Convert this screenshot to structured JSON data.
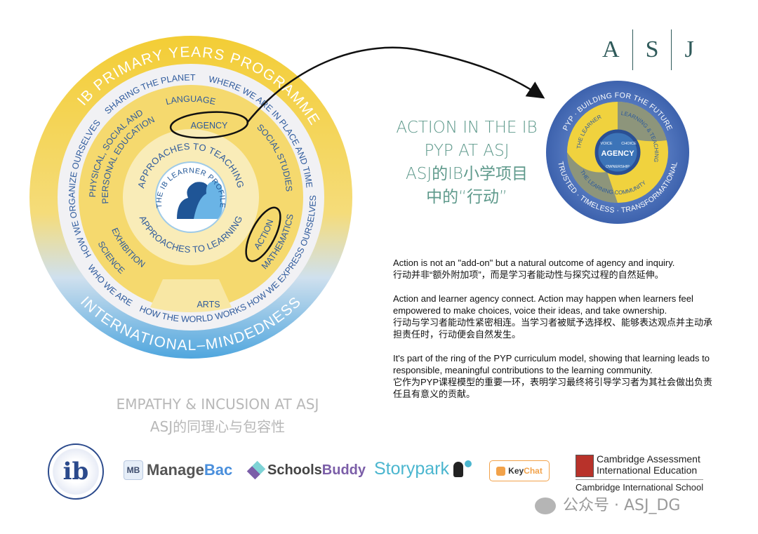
{
  "diagram": {
    "outer_ring": {
      "top": "IB PRIMARY YEARS PROGRAMME",
      "bottom": "INTERNATIONAL–MINDEDNESS"
    },
    "themes": [
      "HOW WE ORGANIZE OURSELVES",
      "SHARING THE PLANET",
      "WHERE WE ARE IN PLACE AND TIME",
      "HOW WE EXPRESS OURSELVES",
      "HOW THE WORLD WORKS",
      "WHO WE ARE"
    ],
    "subjects": {
      "language": "LANGUAGE",
      "social_studies": "SOCIAL STUDIES",
      "mathematics": "MATHEMATICS",
      "arts": "ARTS",
      "science": "SCIENCE",
      "exhibition": "EXHIBITION",
      "pspe_line1": "PHYSICAL, SOCIAL AND",
      "pspe_line2": "PERSONAL EDUCATION"
    },
    "agency": "AGENCY",
    "action": "ACTION",
    "approaches_teaching": "APPROACHES TO TEACHING",
    "approaches_learning": "APPROACHES TO LEARNING",
    "learner_profile": "THE IB LEARNER PROFILE"
  },
  "title": {
    "line1": "ACTION IN THE IB",
    "line2": "PYP AT ASJ",
    "line3": "ASJ的IB小学项目",
    "line4": "中的“行动”"
  },
  "asj_logo": [
    "A",
    "S",
    "J"
  ],
  "pyp_logo": {
    "top": "PYP · BUILDING FOR THE FUTURE",
    "bottom": "TRUSTED · TIMELESS · TRANSFORMATIONAL",
    "learner": "THE LEARNER",
    "learning_teaching": "LEARNING & TEACHING",
    "community": "THE LEARNING COMMUNITY",
    "agency": "AGENCY",
    "voice": "VOICE",
    "choice": "CHOICE",
    "ownership": "OWNERSHIP"
  },
  "paragraphs": [
    {
      "en": "Action is not an \"add-on\" but a natural outcome of agency and inquiry.",
      "zh": "行动并非“额外附加项”，而是学习者能动性与探究过程的自然延伸。"
    },
    {
      "en": "Action and learner agency connect. Action may happen when learners feel empowered to make choices, voice their ideas, and take ownership.",
      "zh": "行动与学习者能动性紧密相连。当学习者被赋予选择权、能够表达观点并主动承担责任时，行动便会自然发生。"
    },
    {
      "en": "It's part of the ring of the PYP curriculum model, showing that learning leads to responsible, meaningful contributions to the learning community.",
      "zh": "它作为PYP课程模型的重要一环，表明学习最终将引导学习者为其社会做出负责任且有意义的贡献。"
    }
  ],
  "empathy": {
    "en": "EMPATHY & INCUSION AT ASJ",
    "zh": "ASJ的同理心与包容性"
  },
  "logos": {
    "ib": "ib",
    "managebac_a": "Manage",
    "managebac_b": "Bac",
    "schoolsbuddy_a": "Schools",
    "schoolsbuddy_b": "Buddy",
    "storypark": "Storypark",
    "keychat_a": "Key",
    "keychat_b": "Chat",
    "cambridge1": "Cambridge Assessment",
    "cambridge2": "International Education",
    "cambridge3": "Cambridge International School"
  },
  "watermark": "公众号 · ASJ_DG",
  "colors": {
    "yellow": "#f2cf3c",
    "blue": "#2e5a9c",
    "light_blue": "#5aaee0",
    "teal_title": "#5f9a8c"
  }
}
